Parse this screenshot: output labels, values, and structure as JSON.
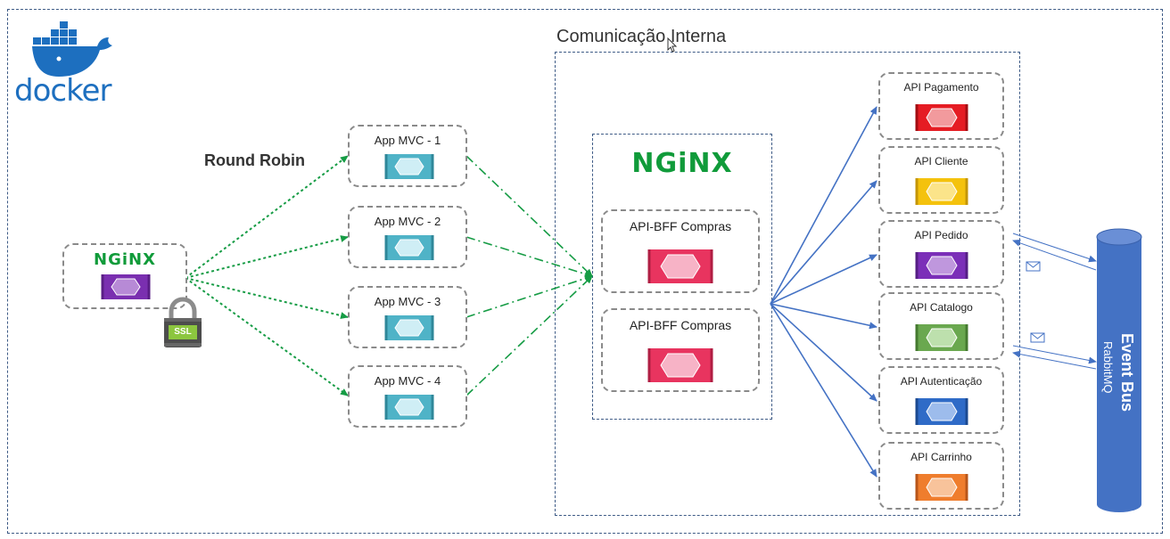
{
  "logo": {
    "text": "docker"
  },
  "labels": {
    "internal_title": "Comunicação Interna",
    "round_robin": "Round Robin"
  },
  "gateway": {
    "nginx": "NGiNX",
    "ssl": "SSL"
  },
  "apps": [
    {
      "label": "App MVC - 1"
    },
    {
      "label": "App MVC - 2"
    },
    {
      "label": "App MVC - 3"
    },
    {
      "label": "App MVC - 4"
    }
  ],
  "bff": {
    "nginx": "NGiNX",
    "items": [
      {
        "label": "API-BFF Compras"
      },
      {
        "label": "API-BFF Compras"
      }
    ]
  },
  "apis": [
    {
      "label": "API Pagamento",
      "color": "#e51c23"
    },
    {
      "label": "API Cliente",
      "color": "#f4c20d"
    },
    {
      "label": "API Pedido",
      "color": "#7b2fb8"
    },
    {
      "label": "API Catalogo",
      "color": "#6aa84f"
    },
    {
      "label": "API Autenticação",
      "color": "#2f6bc7"
    },
    {
      "label": "API Carrinho",
      "color": "#ef7d2d"
    }
  ],
  "event_bus": {
    "title": "Event Bus",
    "subtitle": "RabbitMQ"
  },
  "colors": {
    "app_icon": "#4fb3c7",
    "bff_icon": "#e8345f",
    "gateway_icon": "#7a2fb0",
    "green_arrow": "#169c45",
    "blue_arrow": "#4472c4",
    "bus": "#4472c4"
  }
}
